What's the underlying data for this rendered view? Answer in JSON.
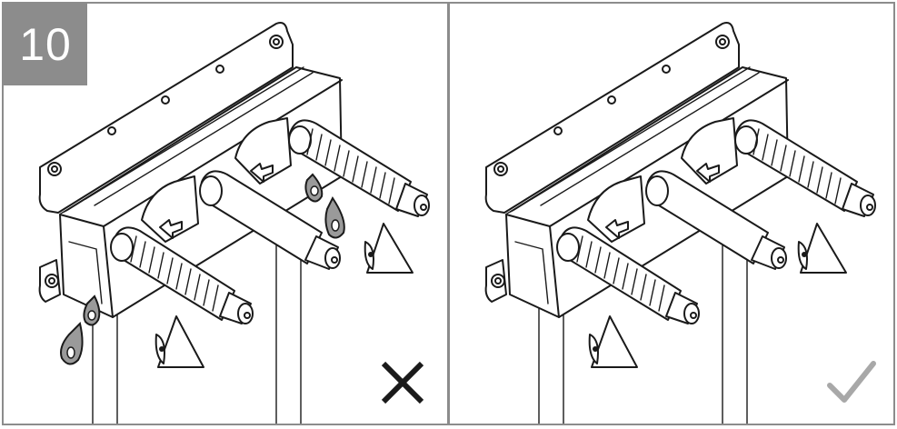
{
  "step": {
    "number": "10"
  },
  "panels": [
    {
      "id": "incorrect",
      "verdict_icon": "cross-icon",
      "verdict_color": "#1a1a1a",
      "shows_leak_drops": true
    },
    {
      "id": "correct",
      "verdict_icon": "checkmark-icon",
      "verdict_color": "#a8a8a8",
      "shows_leak_drops": false
    }
  ],
  "colors": {
    "border": "#8c8c8c",
    "badge_bg": "#8c8c8c",
    "drop_fill": "#9a9a9a",
    "line": "#1a1a1a"
  }
}
